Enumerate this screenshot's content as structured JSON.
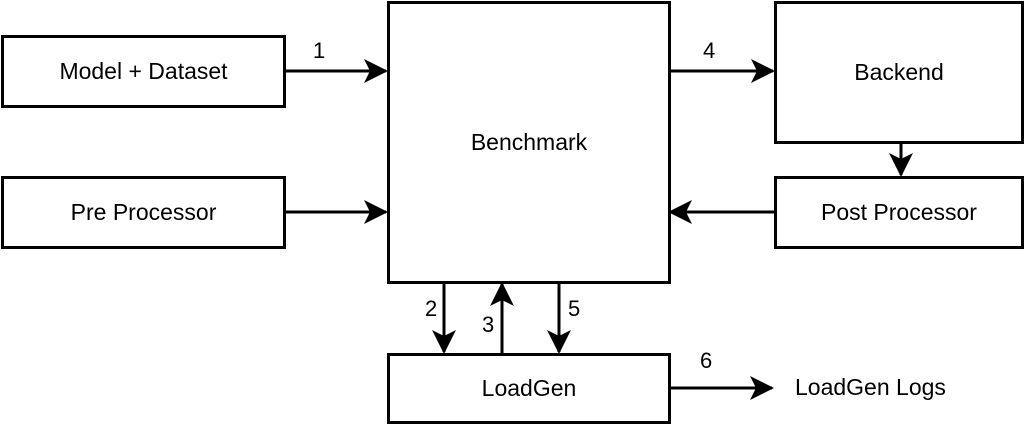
{
  "diagram": {
    "nodes": {
      "model_dataset": "Model + Dataset",
      "pre_processor": "Pre Processor",
      "benchmark": "Benchmark",
      "backend": "Backend",
      "post_processor": "Post Processor",
      "loadgen": "LoadGen",
      "loadgen_logs": "LoadGen Logs"
    },
    "edges": [
      {
        "from": "Model + Dataset",
        "to": "Benchmark",
        "label": "1"
      },
      {
        "from": "Benchmark",
        "to": "LoadGen",
        "label": "2"
      },
      {
        "from": "LoadGen",
        "to": "Benchmark",
        "label": "3"
      },
      {
        "from": "Benchmark",
        "to": "Backend",
        "label": "4"
      },
      {
        "from": "Benchmark",
        "to": "LoadGen",
        "label": "5"
      },
      {
        "from": "LoadGen",
        "to": "LoadGen Logs",
        "label": "6"
      },
      {
        "from": "Pre Processor",
        "to": "Benchmark",
        "label": ""
      },
      {
        "from": "Backend",
        "to": "Post Processor",
        "label": ""
      },
      {
        "from": "Post Processor",
        "to": "Benchmark",
        "label": ""
      }
    ],
    "edge_labels": {
      "e1": "1",
      "e2": "2",
      "e3": "3",
      "e4": "4",
      "e5": "5",
      "e6": "6"
    }
  }
}
